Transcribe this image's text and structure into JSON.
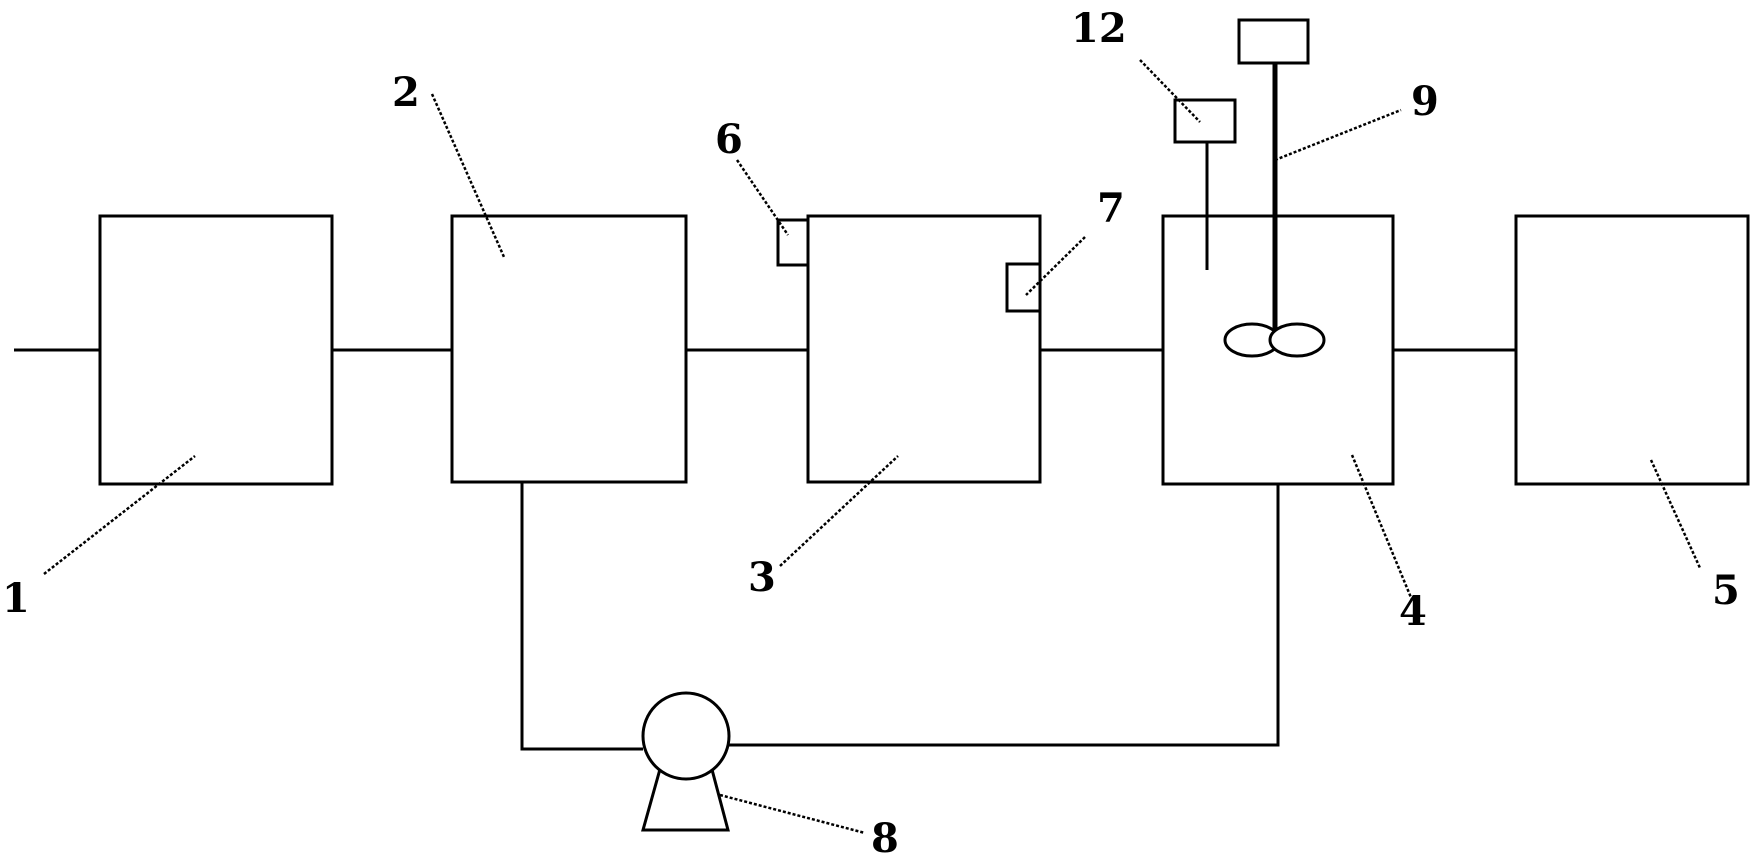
{
  "diagram": {
    "labels": {
      "n1": "1",
      "n2": "2",
      "n3": "3",
      "n4": "4",
      "n5": "5",
      "n6": "6",
      "n7": "7",
      "n8": "8",
      "n9": "9",
      "n12": "12"
    }
  }
}
